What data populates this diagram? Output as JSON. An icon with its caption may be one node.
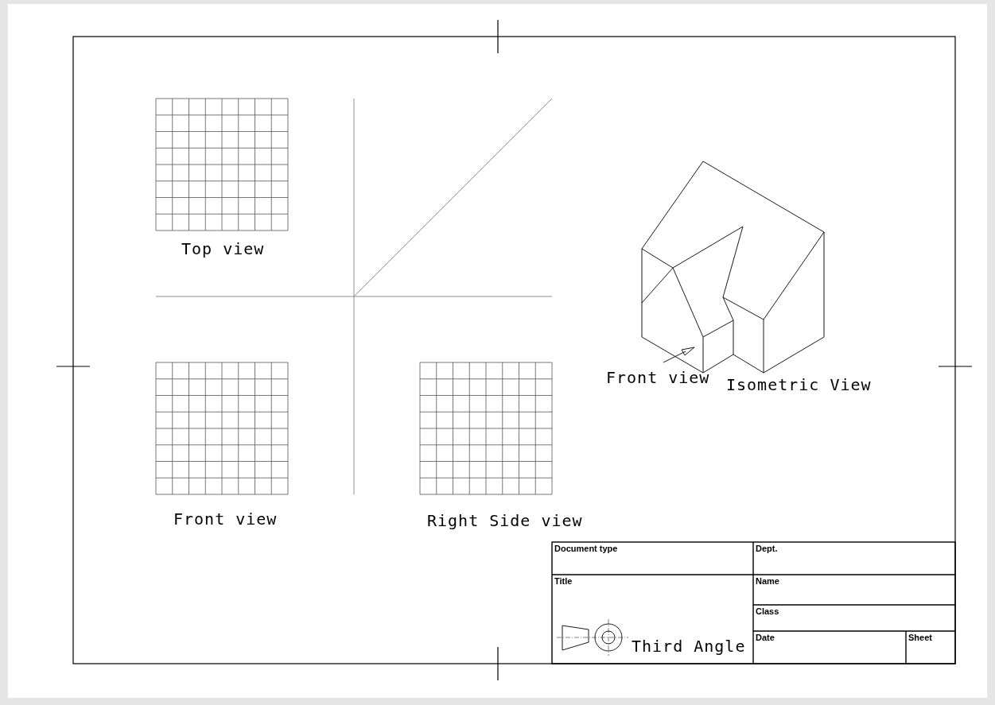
{
  "diagram": {
    "labels": [
      "Top view",
      "Front view",
      "Isometric View",
      "Front view",
      "Right Side view",
      "Document type",
      "Dept.",
      "Title",
      "Name",
      "Class",
      "Third Angle",
      "Date",
      "Sheet"
    ]
  }
}
